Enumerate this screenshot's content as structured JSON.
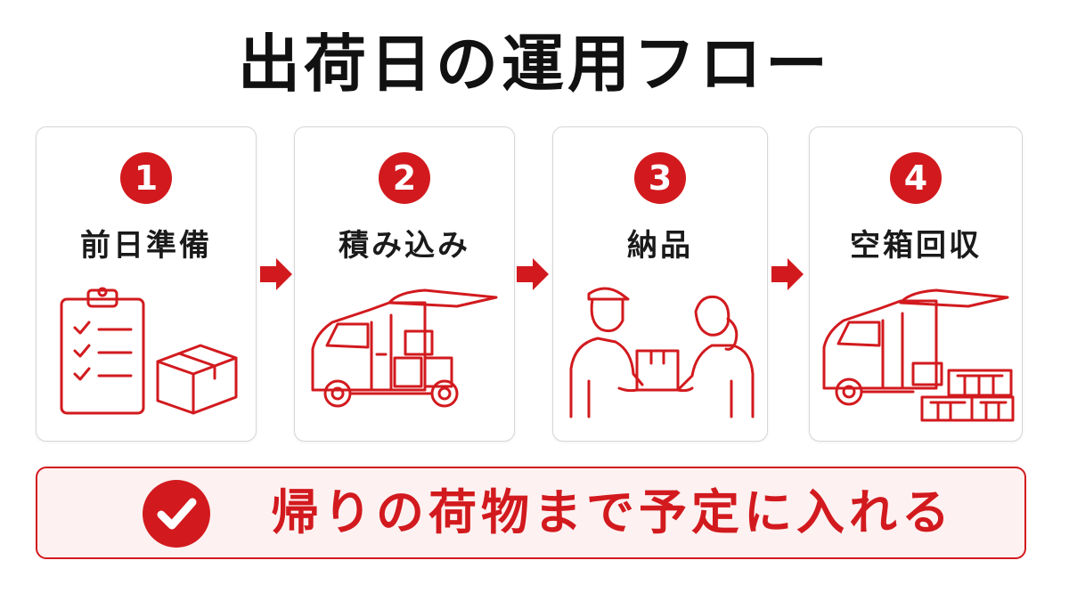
{
  "title": "出荷日の運用フロー",
  "accent_color": "#d21a1e",
  "steps": [
    {
      "number": "1",
      "label": "前日準備",
      "icon": "clipboard-checklist-and-box"
    },
    {
      "number": "2",
      "label": "積み込み",
      "icon": "van-with-boxes"
    },
    {
      "number": "3",
      "label": "納品",
      "icon": "handover-package"
    },
    {
      "number": "4",
      "label": "空箱回収",
      "icon": "van-with-empty-crates"
    }
  ],
  "banner": {
    "text": "帰りの荷物まで予定に入れる",
    "icon": "check-icon"
  }
}
